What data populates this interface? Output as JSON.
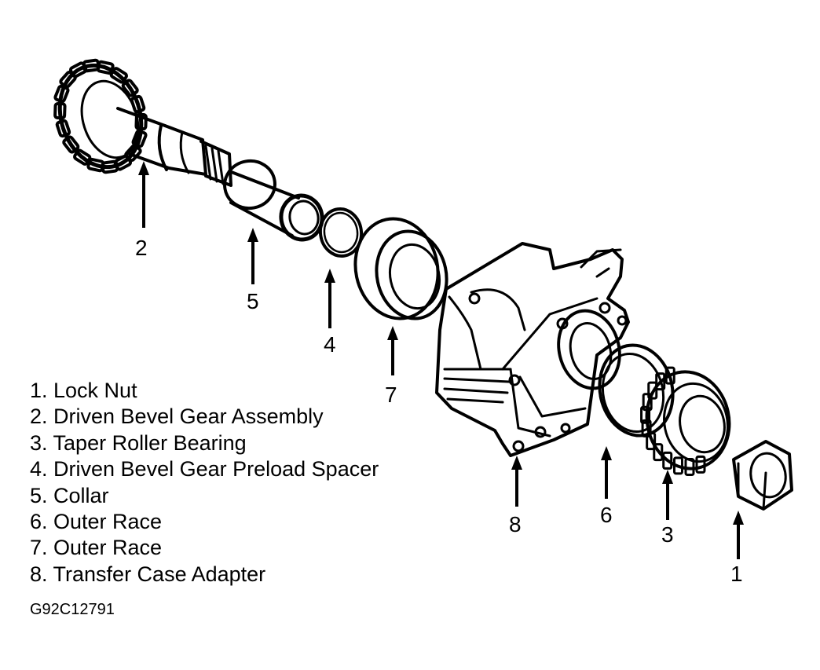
{
  "callouts": {
    "c1": "1",
    "c2": "2",
    "c3": "3",
    "c4": "4",
    "c5": "5",
    "c6": "6",
    "c7": "7",
    "c8": "8"
  },
  "legend": [
    "1. Lock Nut",
    "2. Driven Bevel Gear Assembly",
    "3. Taper Roller Bearing",
    "4. Driven Bevel Gear Preload Spacer",
    "5. Collar",
    "6. Outer Race",
    "7. Outer Race",
    "8. Transfer Case Adapter"
  ],
  "figure_id": "G92C12791"
}
